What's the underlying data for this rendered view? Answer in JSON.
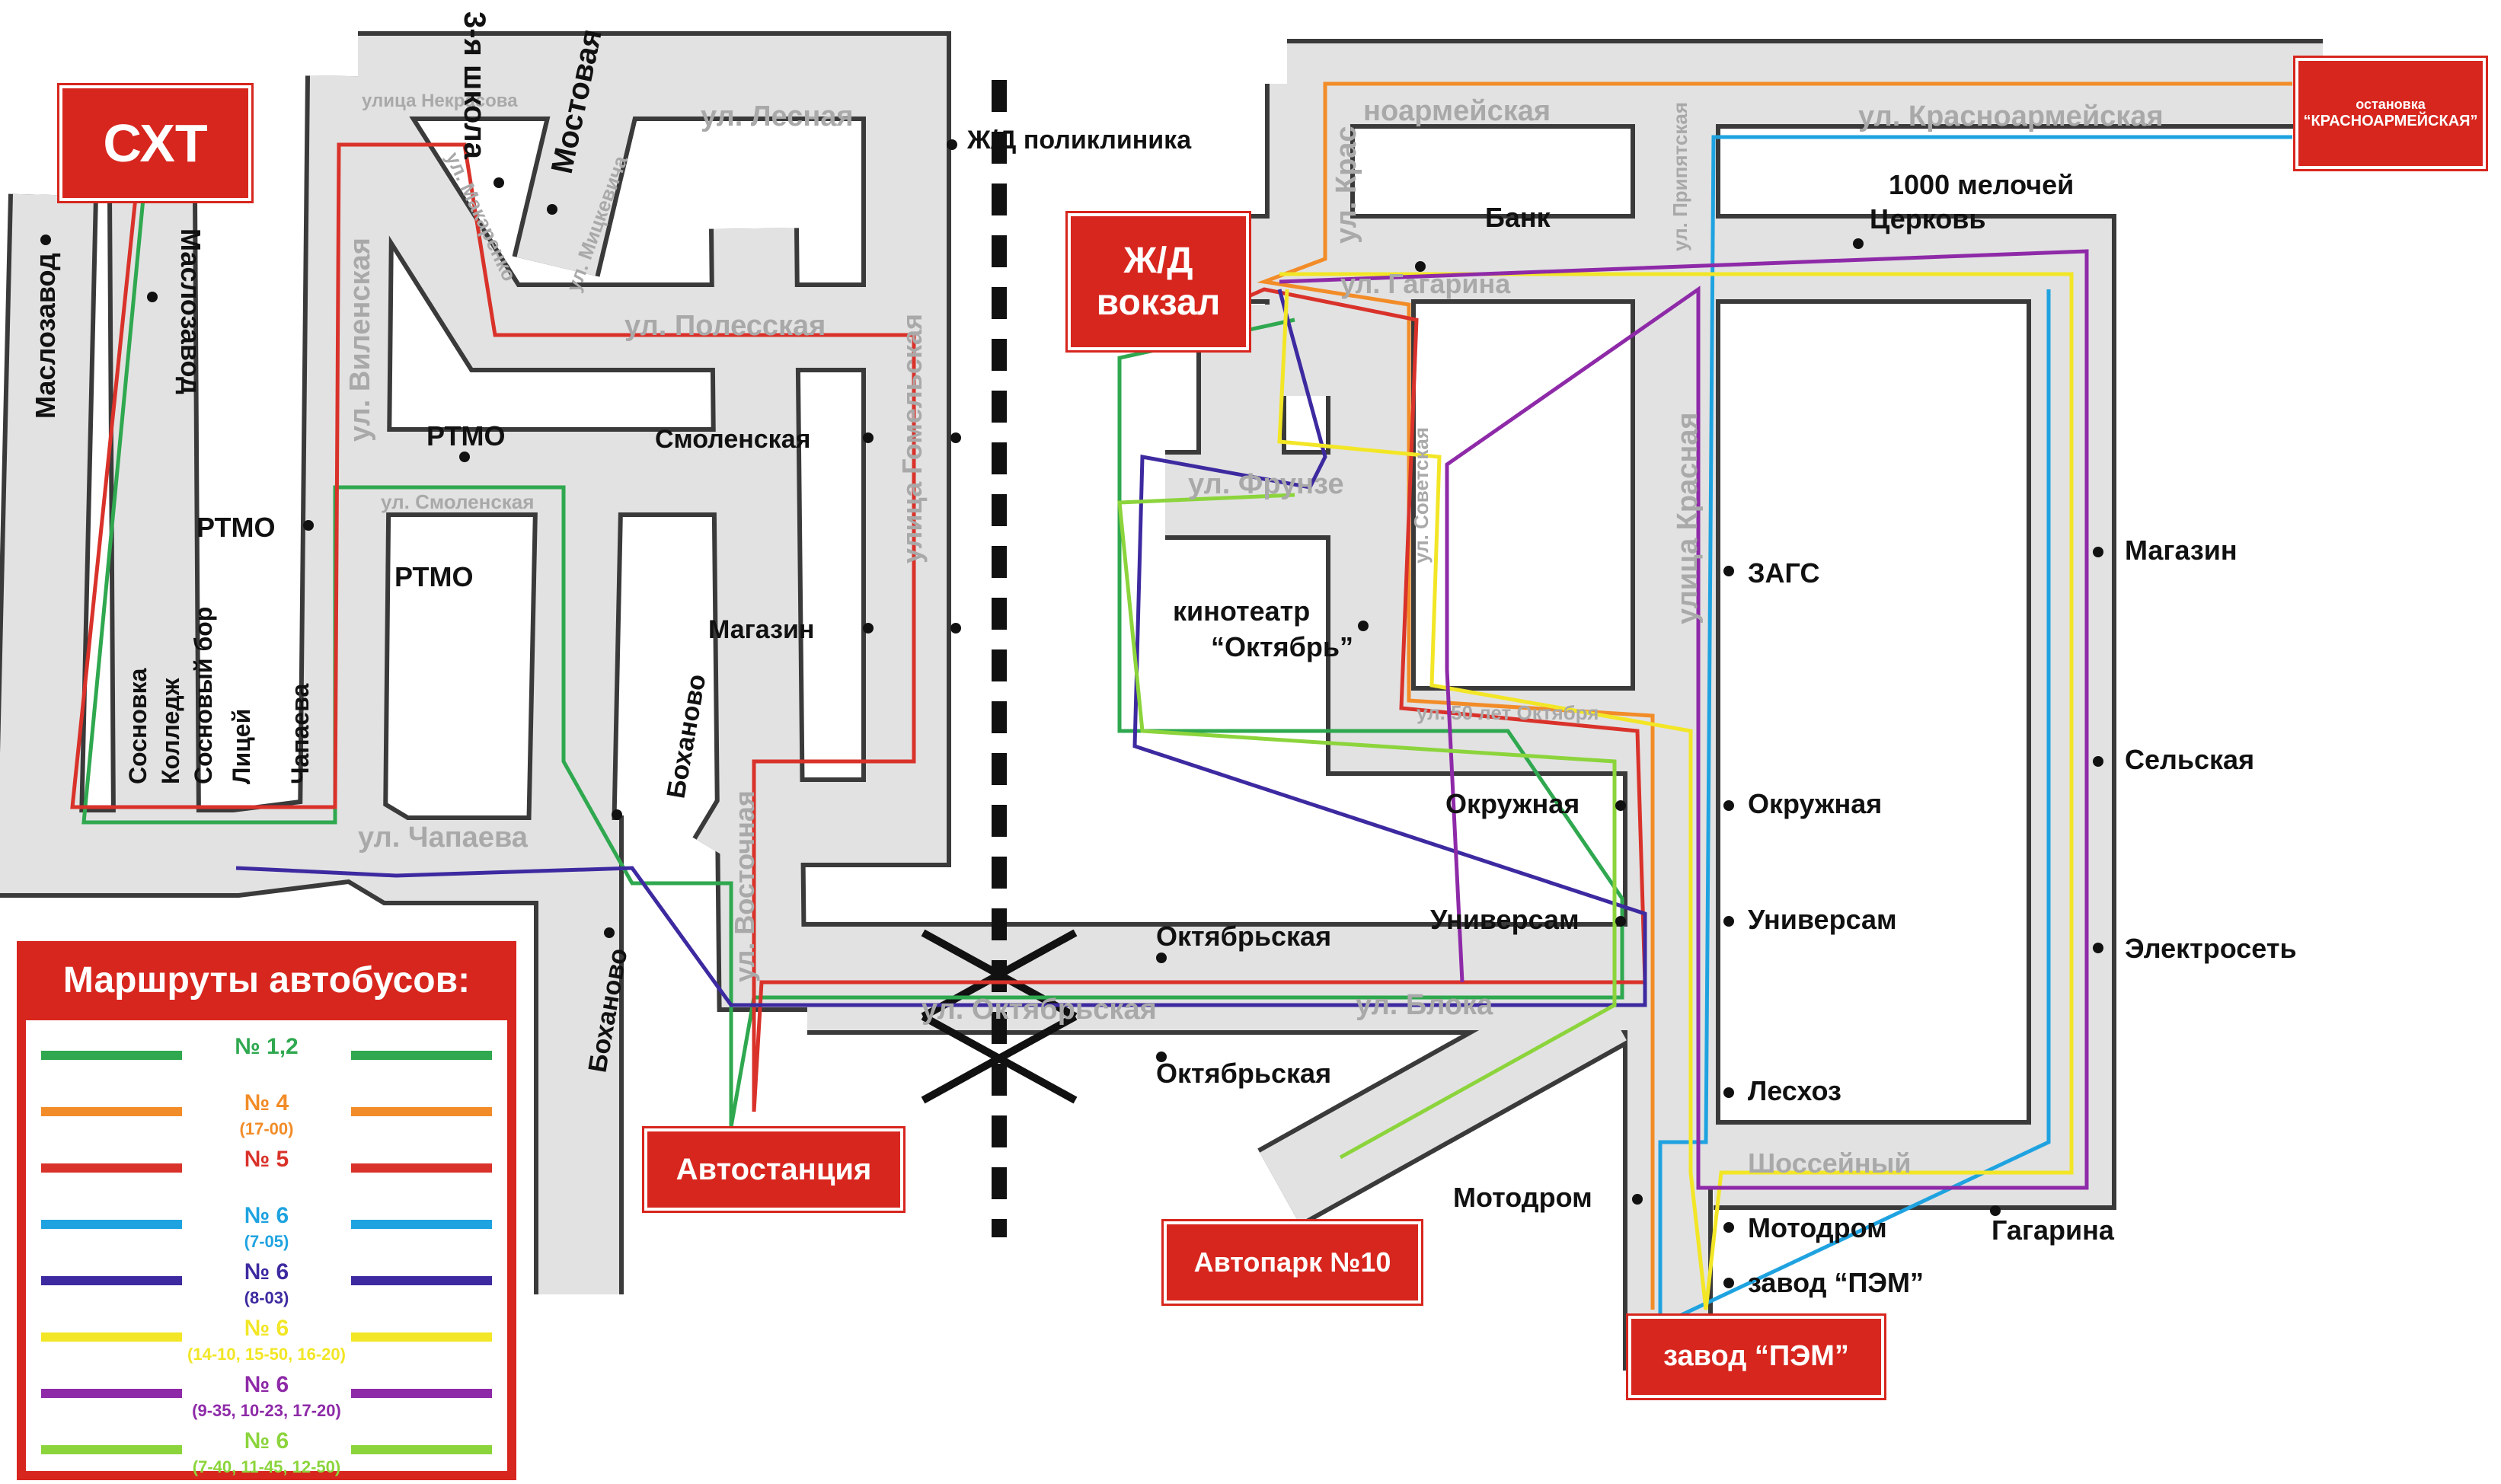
{
  "terminals": {
    "sht": "СХТ",
    "railway_station": "Ж/Д\nвокзал",
    "bus_station": "Автостанция",
    "autopark": "Автопарк №10",
    "pem_plant": "завод “ПЭМ”",
    "krasnoarmeyskaya_stop_small": "остановка",
    "krasnoarmeyskaya_stop": "“КРАСНОАРМЕЙСКАЯ”"
  },
  "streets": {
    "nekrasova": "улица\nНекрасова",
    "makarenko": "ул. Макаренко",
    "mitskevicha": "ул. Мицкевича",
    "lesnaya": "ул. Лесная",
    "polesskaya": "ул. Полесская",
    "gomelskaya": "улица Гомельская",
    "vilenskaya": "ул. Виленская",
    "smolenskaya": "ул. Смоленская",
    "chapaeva": "ул. Чапаева",
    "vostochnaya": "ул. Восточная",
    "oktyabrskaya": "ул. Октябрьская",
    "bloka": "ул. Блока",
    "krasnoarmeyskaya_top": "ноармейская",
    "krasnoarmeyskaya": "ул. Красноармейская",
    "kras_vertical": "ул. Крас",
    "pripyatskaya": "ул. Припятская",
    "gagarina": "ул. Гагарина",
    "frunze": "ул. Фрунзе",
    "sovetskaya": "ул. Советская",
    "krasnaya": "улица Красная",
    "fifty_years": "ул. 50 лет Октября",
    "shosseyny": "Шоссейный"
  },
  "stops": {
    "maslozavod_left": "Маслозавод",
    "maslozavod_right": "Маслозавод",
    "school3": "3-я школа",
    "mostovaya": "Мостовая",
    "railway_clinic": "Ж/Д поликлиника",
    "rtmo_1": "РТМО",
    "rtmo_2": "РТМО",
    "rtmo_3": "РТМО",
    "smolenskaya": "Смоленская",
    "shop_left": "Магазин",
    "sosnovka": "Сосновка",
    "college": "Колледж",
    "sosnovy_bor": "Сосновый бор",
    "lyceum": "Лицей",
    "chapaeva": "Чапаева",
    "bohanovo_1": "Боханово",
    "bohanovo_2": "Боханово",
    "bank": "Банк",
    "thousand_things": "1000 мелочей",
    "church": "Церковь",
    "zags": "ЗАГС",
    "shop_right": "Магазин",
    "cinema_1": "кинотеатр",
    "cinema_2": "“Октябрь”",
    "okruzhnaya_1": "Окружная",
    "okruzhnaya_2": "Окружная",
    "selskaya": "Сельская",
    "universam_1": "Универсам",
    "universam_2": "Универсам",
    "elektroset": "Электросеть",
    "oktyabrskaya_1": "Октябрьская",
    "oktyabrskaya_2": "Октябрьская",
    "leskhoz": "Лесхоз",
    "motodrom_1": "Мотодром",
    "motodrom_2": "Мотодром",
    "gagarina": "Гагарина",
    "pem_plant": "завод “ПЭМ”"
  },
  "legend": {
    "title": "Маршруты автобусов:",
    "routes": [
      {
        "number": "№ 1,2",
        "time": "",
        "color": "#2fa84f"
      },
      {
        "number": "№ 4",
        "time": "(17-00)",
        "color": "#f28c28"
      },
      {
        "number": "№ 5",
        "time": "",
        "color": "#d9322a"
      },
      {
        "number": "№ 6",
        "time": "(7-05)",
        "color": "#1fa3e0"
      },
      {
        "number": "№ 6",
        "time": "(8-03)",
        "color": "#3d2aa0"
      },
      {
        "number": "№ 6",
        "time": "(14-10, 15-50, 16-20)",
        "color": "#f2e626"
      },
      {
        "number": "№ 6",
        "time": "(9-35, 10-23, 17-20)",
        "color": "#8e2aa8"
      },
      {
        "number": "№ 6",
        "time": "(7-40, 11-45, 12-50)",
        "color": "#8cd43c"
      }
    ]
  },
  "colors": {
    "terminal_red": "#d7261e",
    "road_gray": "#e2e2e2",
    "road_edge": "#3a3a3a",
    "railway": "#111111"
  }
}
